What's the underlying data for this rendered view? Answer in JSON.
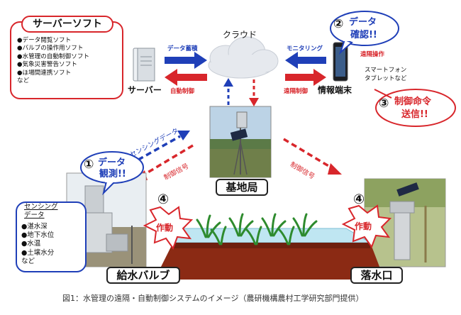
{
  "server_software": {
    "title": "サーバーソフト",
    "items": [
      "●データ閲覧ソフト",
      "●バルブの操作用ソフト",
      "●水管理の自動制御ソフト",
      "●気象災害警告ソフト",
      "●ほ場間連携ソフト",
      "など"
    ]
  },
  "labels": {
    "server": "サーバー",
    "cloud": "クラウド",
    "data_storage": "データ蓄積",
    "auto_control": "自動制御",
    "monitoring": "モニタリング",
    "remote_control": "遠隔制御",
    "remote_operation": "遠隔操作",
    "info_terminal": "情報端末",
    "smartphone_line1": "スマートフォン",
    "smartphone_line2": "タブレットなど",
    "sensing_data_arrow": "センシングデータ",
    "control_signal_left": "制御信号",
    "control_signal_right": "制御信号",
    "base_station": "基地局",
    "supply_valve": "給水バルブ",
    "drain_outlet": "落水口",
    "action_left": "作動",
    "action_right": "作動",
    "step4_left": "④",
    "step4_right": "④"
  },
  "bubbles": {
    "step1": {
      "num": "①",
      "line1": "データ",
      "line2": "観測!!"
    },
    "step2": {
      "num": "②",
      "line1": "データ",
      "line2": "確認!!"
    },
    "step3": {
      "num": "③",
      "line1": "制御命令",
      "line2": "送信!!"
    }
  },
  "sensing": {
    "title_line1": "センシング",
    "title_line2": "データ",
    "items": [
      "●湛水深",
      "●地下水位",
      "●水温",
      "●土壌水分",
      "など"
    ]
  },
  "caption": "図1：水管理の遠隔・自動制御システムのイメージ（農研機構農村工学研究部門提供）",
  "colors": {
    "red": "#d8262b",
    "blue": "#1f3fb8",
    "soil": "#8b2a14",
    "water": "#bfe6f2"
  }
}
